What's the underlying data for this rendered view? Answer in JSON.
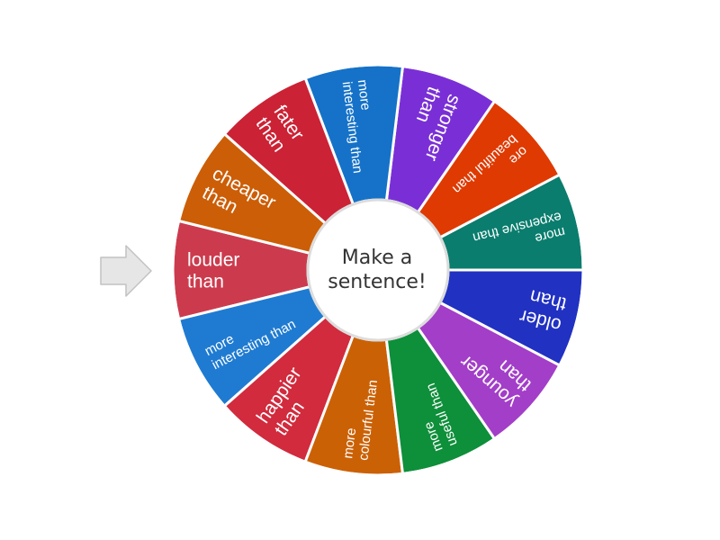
{
  "wheel": {
    "center_text": [
      "Make a",
      "sentence!"
    ],
    "segments": [
      {
        "label": "louder than",
        "color": "#cc3b4d"
      },
      {
        "label": "more interesting than",
        "color": "#1f7bd1"
      },
      {
        "label": "happier than",
        "color": "#d12b3d"
      },
      {
        "label": "more colourful than",
        "color": "#cb6105"
      },
      {
        "label": "more useful than",
        "color": "#0e8f3a"
      },
      {
        "label": "younger than",
        "color": "#a33ec8"
      },
      {
        "label": "older than",
        "color": "#2131c2"
      },
      {
        "label": "more expensive than",
        "color": "#0a7d6e"
      },
      {
        "label": "ore beautiful than",
        "color": "#df3a02"
      },
      {
        "label": "stronger than",
        "color": "#7a2fd6"
      },
      {
        "label": "more interesting than",
        "color": "#1572c8"
      },
      {
        "label": "fater than",
        "color": "#cc2235"
      },
      {
        "label": "cheaper than",
        "color": "#cc5e07"
      }
    ]
  },
  "pointer": {
    "icon": "arrow-right-icon",
    "color": "#e6e6e6"
  },
  "colors": {
    "border": "#ffffff",
    "center_fill": "#ffffff",
    "center_ring": "#dcdcdc"
  }
}
